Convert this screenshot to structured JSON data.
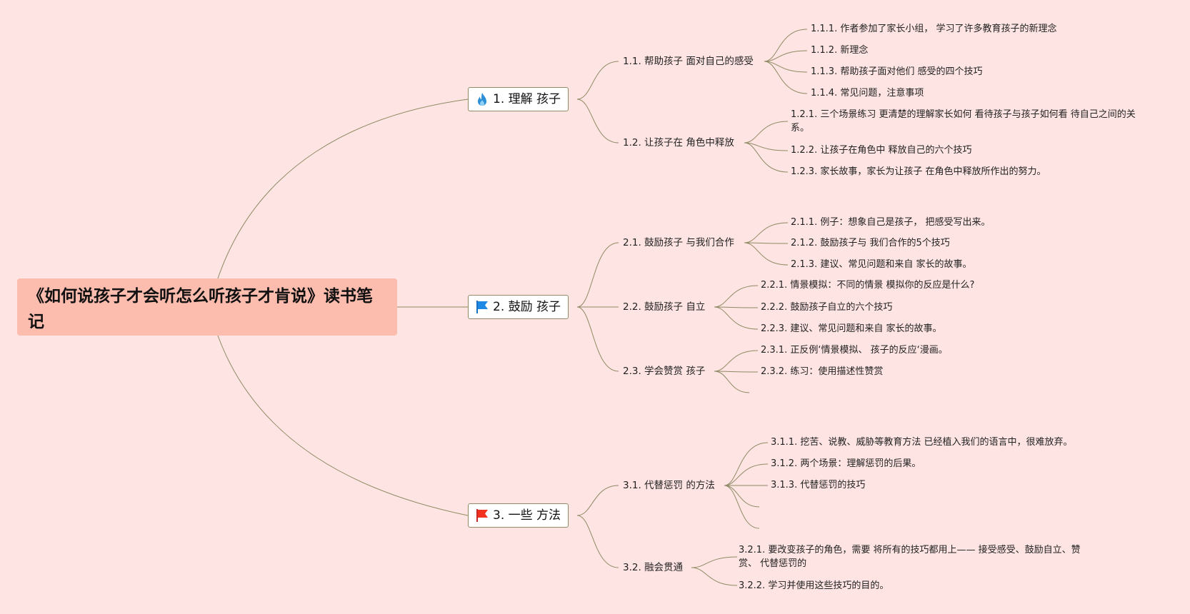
{
  "root": {
    "title": "《如何说孩子才会听怎么听孩子才肯说》读书笔记"
  },
  "branches": [
    {
      "label": "1. 理解 孩子",
      "icon": "fire-icon",
      "children": [
        {
          "label": "1.1. 帮助孩子 面对自己的感受",
          "children": [
            "1.1.1. 作者参加了家长小组， 学习了许多教育孩子的新理念",
            "1.1.2. 新理念",
            "1.1.3. 帮助孩子面对他们 感受的四个技巧",
            "1.1.4. 常见问题，注意事项"
          ]
        },
        {
          "label": "1.2. 让孩子在 角色中释放",
          "children": [
            "1.2.1. 三个场景练习 更清楚的理解家长如何 看待孩子与孩子如何看 待自己之间的关系。",
            "1.2.2. 让孩子在角色中 释放自己的六个技巧",
            "1.2.3. 家长故事，家长为让孩子 在角色中释放所作出的努力。"
          ]
        }
      ]
    },
    {
      "label": "2. 鼓励 孩子",
      "icon": "blue-flag-icon",
      "children": [
        {
          "label": "2.1. 鼓励孩子 与我们合作",
          "children": [
            "2.1.1. 例子：想象自己是孩子， 把感受写出来。",
            "2.1.2. 鼓励孩子与 我们合作的5个技巧",
            "2.1.3. 建议、常见问题和来自 家长的故事。"
          ]
        },
        {
          "label": "2.2. 鼓励孩子 自立",
          "children": [
            "2.2.1. 情景模拟：不同的情景 模拟你的反应是什么?",
            "2.2.2. 鼓励孩子自立的六个技巧",
            "2.2.3. 建议、常见问题和来自 家长的故事。"
          ]
        },
        {
          "label": "2.3. 学会赞赏 孩子",
          "children": [
            "2.3.1. 正反例‘情景模拟、 孩子的反应‘漫画。",
            "2.3.2. 练习：使用描述性赞赏"
          ]
        }
      ]
    },
    {
      "label": "3. 一些 方法",
      "icon": "red-flag-icon",
      "children": [
        {
          "label": "3.1. 代替惩罚 的方法",
          "children": [
            "3.1.1. 挖苦、说教、威胁等教育方法 已经植入我们的语言中，很难放弃。",
            "3.1.2. 两个场景：理解惩罚的后果。",
            "3.1.3. 代替惩罚的技巧"
          ]
        },
        {
          "label": "3.2. 融会贯通",
          "children": [
            "3.2.1. 要改变孩子的角色，需要 将所有的技巧都用上—— 接受感受、鼓励自立、赞赏、 代替惩罚的",
            "3.2.2. 学习并使用这些技巧的目的。"
          ]
        }
      ]
    }
  ],
  "colors": {
    "line": "#8e8a63",
    "root_fill": "#fcbcae",
    "background": "#fee4e3"
  }
}
